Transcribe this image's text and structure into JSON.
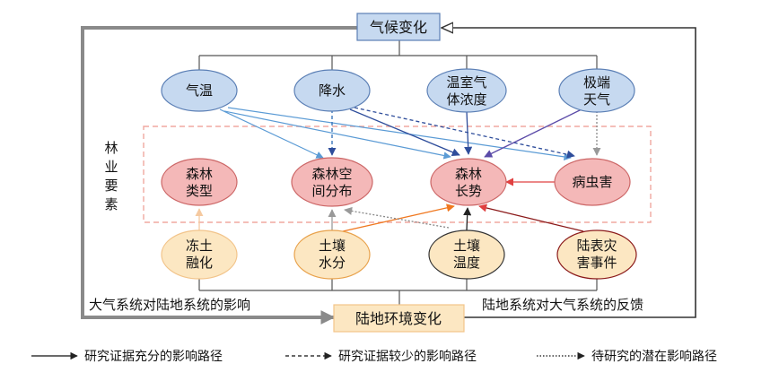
{
  "diagram": {
    "top_box": "气候变化",
    "bottom_box": "陆地环境变化",
    "side_label": [
      "林",
      "业",
      "要",
      "素"
    ],
    "left_caption": "大气系统对陆地系统的影响",
    "right_caption": "陆地系统对大气系统的反馈",
    "climate_factors": [
      {
        "line1": "气温",
        "line2": ""
      },
      {
        "line1": "降水",
        "line2": ""
      },
      {
        "line1": "温室气",
        "line2": "体浓度"
      },
      {
        "line1": "极端",
        "line2": "天气"
      }
    ],
    "forestry_elements": [
      {
        "line1": "森林",
        "line2": "类型"
      },
      {
        "line1": "森林空",
        "line2": "间分布"
      },
      {
        "line1": "森林",
        "line2": "长势"
      },
      {
        "line1": "病虫害",
        "line2": ""
      }
    ],
    "land_factors": [
      {
        "line1": "冻土",
        "line2": "融化"
      },
      {
        "line1": "土壤",
        "line2": "水分"
      },
      {
        "line1": "土壤",
        "line2": "温度"
      },
      {
        "line1": "陆表灾",
        "line2": "害事件"
      }
    ]
  },
  "legend": {
    "solid": "研究证据充分的影响路径",
    "dashed": "研究证据较少的影响路径",
    "dotted": "待研究的潜在影响路径"
  },
  "colors": {
    "climate_fill": "#c6d9f0",
    "forest_fill": "#f4b8b8",
    "land_fill": "#fce7c2",
    "dashed_box": "#f0a8a0",
    "blue_arrow": "#5b9bd5",
    "navy_arrow": "#2e4d9b",
    "purple_arrow": "#5b4ba8",
    "orange_arrow": "#f07820",
    "red_arrow": "#e04040",
    "gray_arrow": "#999999"
  }
}
